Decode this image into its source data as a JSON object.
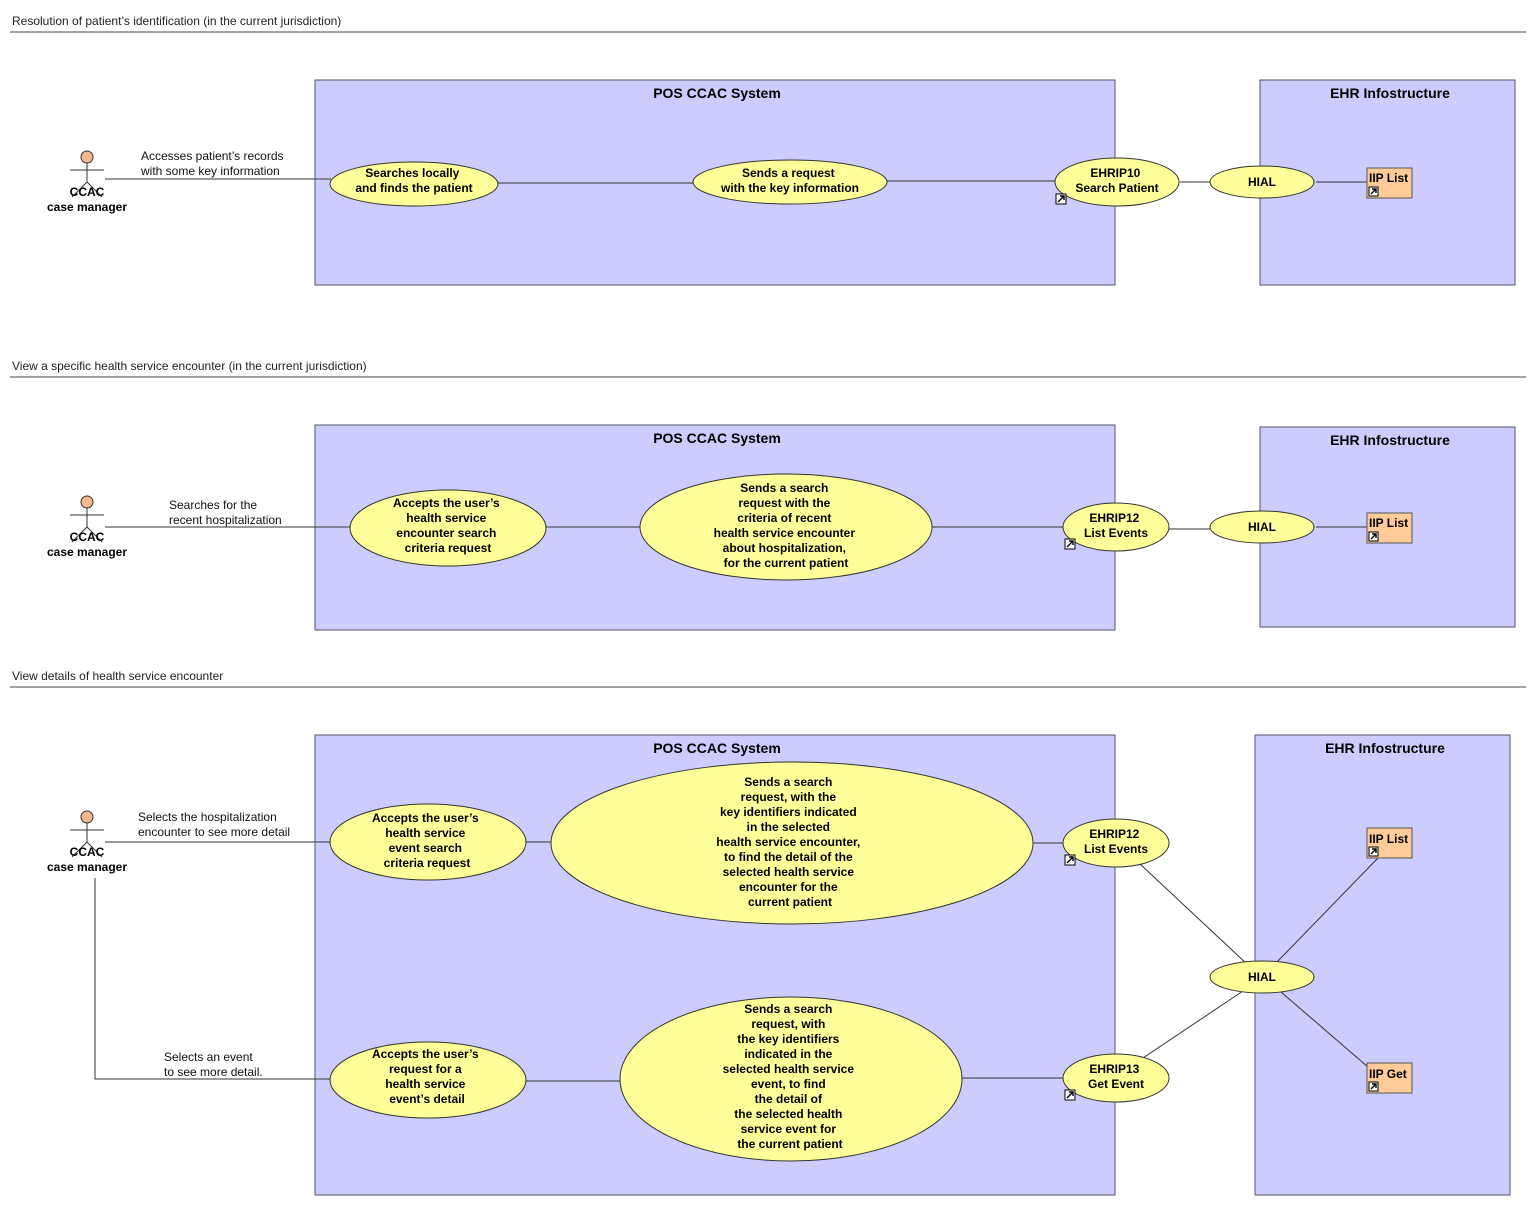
{
  "sections": [
    {
      "id": "s1",
      "title": "Resolution of patient’s identification (in the current jurisdiction)"
    },
    {
      "id": "s2",
      "title": "View a specific health service encounter (in the current jurisdiction)"
    },
    {
      "id": "s3",
      "title": "View details of health service encounter"
    }
  ],
  "actor": {
    "name_line1": "CCAC",
    "name_line2": "case manager"
  },
  "systems": {
    "pos": "POS CCAC System",
    "ehr": "EHR Infostructure"
  },
  "hial": "HIAL",
  "components": {
    "iip_list": "IIP List",
    "iip_get": "IIP Get"
  },
  "diagram1": {
    "actor_label": [
      "Accesses patient’s records",
      "with some key information"
    ],
    "uc_local": [
      "Searches locally",
      "and finds the patient"
    ],
    "uc_send": [
      "Sends a request",
      "with the key information"
    ],
    "uc_ehrip": [
      "EHRIP10",
      "Search Patient"
    ]
  },
  "diagram2": {
    "actor_label": [
      "Searches for the",
      "recent hospitalization"
    ],
    "uc_accept": [
      "Accepts the user’s",
      "health service",
      "encounter search",
      "criteria request"
    ],
    "uc_send": [
      "Sends a search",
      "request with the",
      "criteria of recent",
      "health service encounter",
      "about hospitalization,",
      "for the current patient"
    ],
    "uc_ehrip": [
      "EHRIP12",
      "List Events"
    ]
  },
  "diagram3": {
    "actor_label_top": [
      "Selects the hospitalization",
      "encounter to see more detail"
    ],
    "actor_label_bottom": [
      "Selects an event",
      "to see more detail."
    ],
    "uc_accept_top": [
      "Accepts the user’s",
      "health service",
      "event search",
      "criteria request"
    ],
    "uc_send_top": [
      "Sends a search",
      "request, with the",
      "key identifiers indicated",
      "in the selected",
      "health service encounter,",
      "to find the detail of the",
      "selected health service",
      "encounter for the",
      "current patient"
    ],
    "uc_ehrip_top": [
      "EHRIP12",
      "List Events"
    ],
    "uc_accept_bottom": [
      "Accepts the user’s",
      "request for a",
      "health service",
      "event’s detail"
    ],
    "uc_send_bottom": [
      "Sends a search",
      "request, with",
      "the key identifiers",
      "indicated in the",
      "selected health service",
      "event, to find",
      "the detail of",
      "the selected health",
      "service event for",
      "the current patient"
    ],
    "uc_ehrip_bottom": [
      "EHRIP13",
      "Get Event"
    ]
  },
  "colors": {
    "system_fill": "#ccccff",
    "usecase_fill": "#ffff99",
    "component_fill": "#ffcc99",
    "actor_head": "#f5b98c"
  }
}
